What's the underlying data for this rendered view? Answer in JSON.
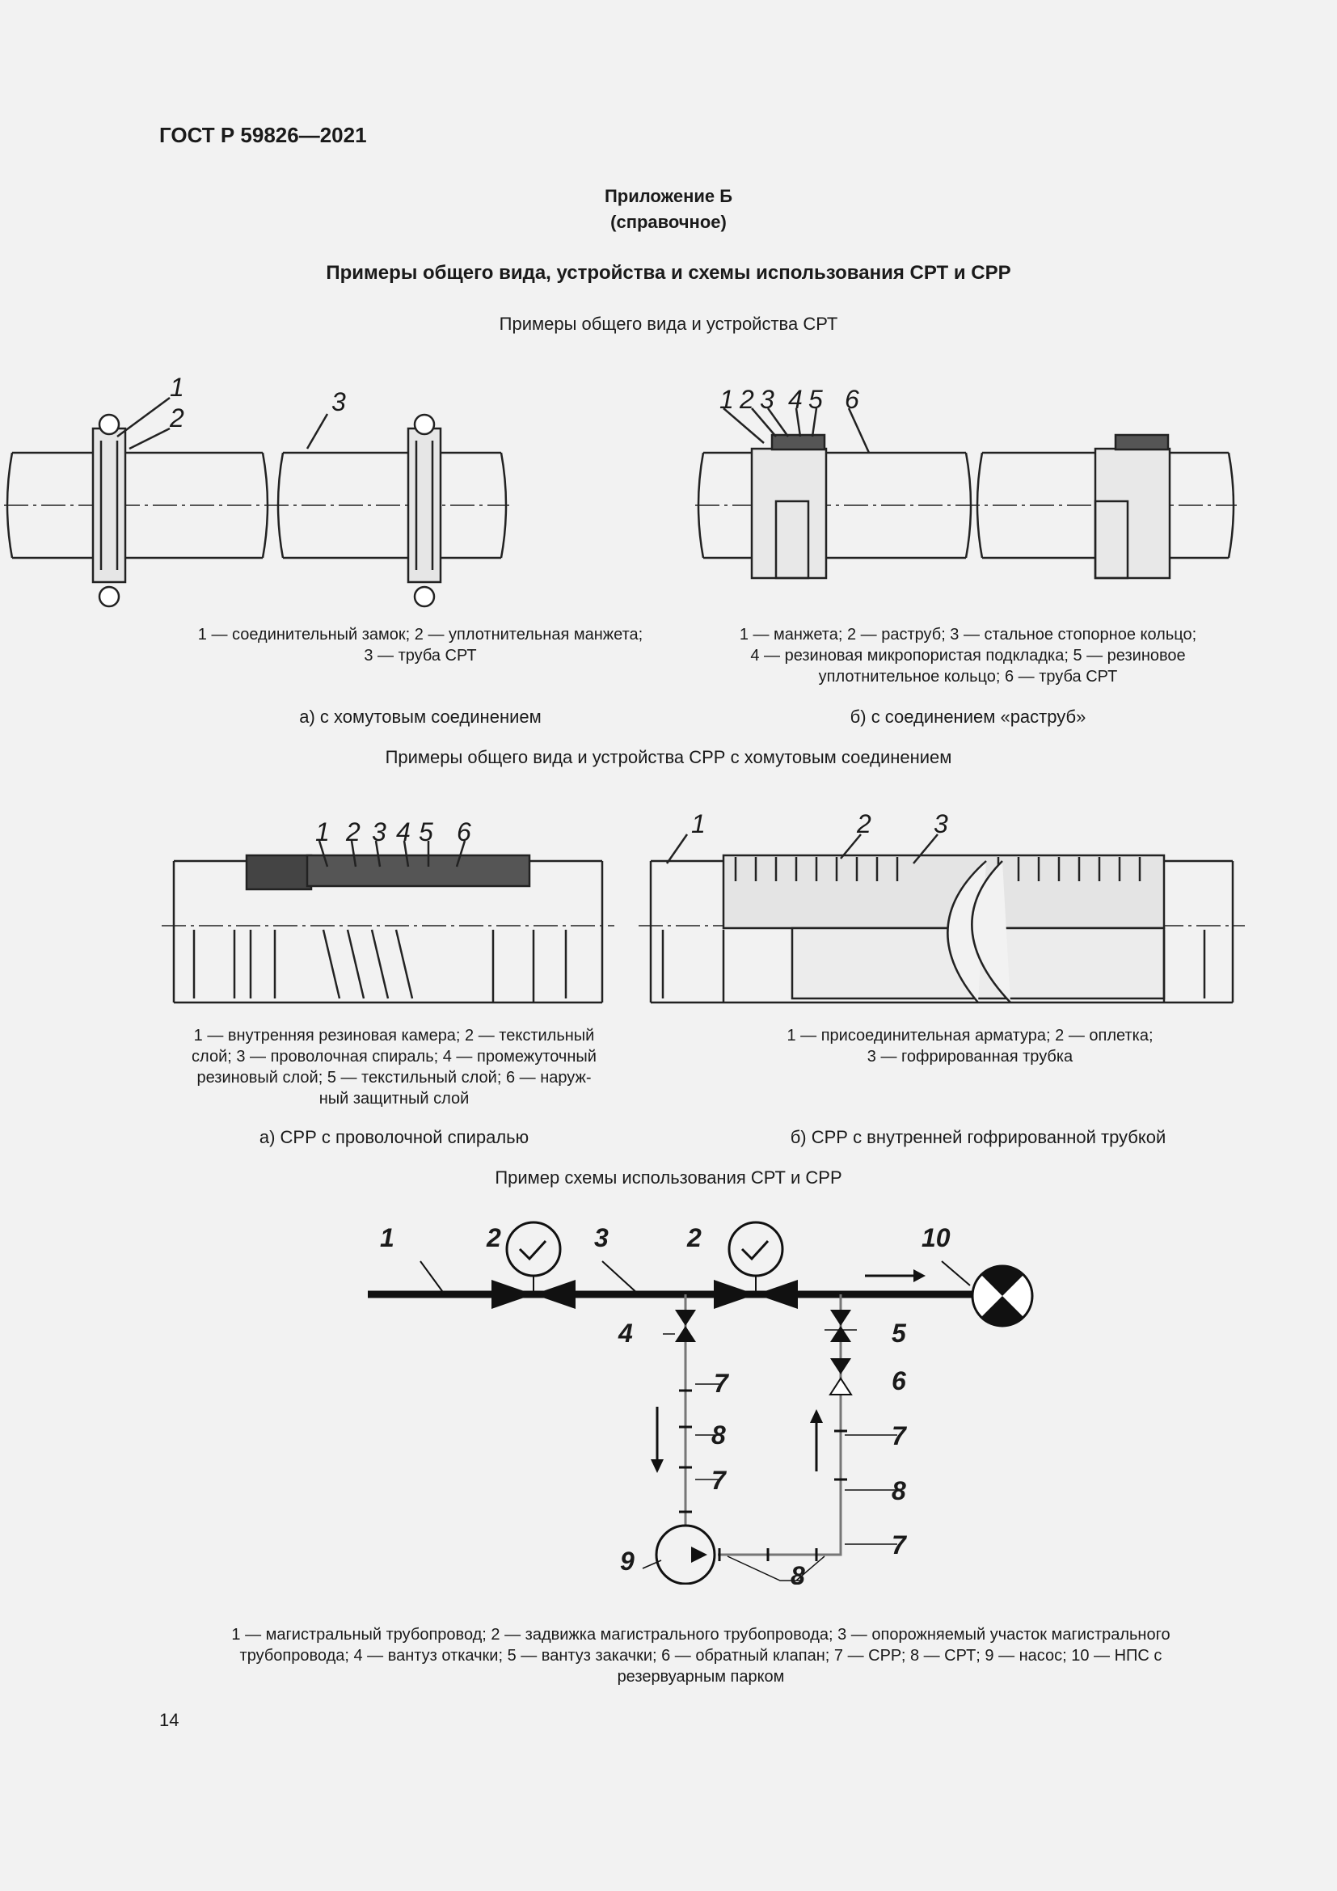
{
  "header": {
    "doc_code": "ГОСТ Р 59826—2021"
  },
  "appendix": {
    "title": "Приложение Б",
    "subtitle": "(справочное)"
  },
  "main_title": "Примеры общего вида, устройства и схемы использования СРТ и СРР",
  "section1": {
    "title": "Примеры общего вида и устройства СРТ",
    "fig_a": {
      "labels": [
        "1",
        "2",
        "3"
      ],
      "caption_lines": [
        "1 — соединительный замок; 2 — уплотнительная манжета;",
        "3 — труба СРТ"
      ],
      "sublabel": "а) с хомутовым соединением"
    },
    "fig_b": {
      "labels": [
        "1",
        "2",
        "3",
        "4",
        "5",
        "6"
      ],
      "caption_lines": [
        "1 — манжета; 2 — раструб; 3 — стальное стопорное кольцо;",
        "4 — резиновая микропористая подкладка; 5 — резиновое",
        "уплотнительное кольцо; 6 — труба СРТ"
      ],
      "sublabel": "б) с соединением «раструб»"
    }
  },
  "section2": {
    "title": "Примеры общего вида и устройства СРР с хомутовым соединением",
    "fig_a": {
      "labels": [
        "1",
        "2",
        "3",
        "4",
        "5",
        "6"
      ],
      "caption_lines": [
        "1 — внутренняя резиновая камера; 2 — текстильный",
        "слой; 3 — проволочная спираль; 4 — промежуточный",
        "резиновый слой; 5 — текстильный слой; 6 — наруж-",
        "ный защитный слой"
      ],
      "sublabel": "а) СРР с проволочной спиралью"
    },
    "fig_b": {
      "labels": [
        "1",
        "2",
        "3"
      ],
      "caption_lines": [
        "1 — присоединительная арматура; 2 — оплетка;",
        "3 — гофрированная трубка"
      ],
      "sublabel": "б) СРР с внутренней гофрированной трубкой"
    }
  },
  "section3": {
    "title": "Пример схемы использования СРТ и СРР",
    "labels": [
      "1",
      "2",
      "3",
      "2",
      "10",
      "4",
      "5",
      "6",
      "7",
      "8",
      "7",
      "7",
      "8",
      "7",
      "9",
      "8"
    ],
    "legend_lines": [
      "1 — магистральный трубопровод; 2 — задвижка магистрального трубопровода; 3 — опорожняемый участок магистрального",
      "трубопровода; 4 — вантуз откачки; 5 — вантуз закачки; 6 — обратный клапан; 7 — СРР; 8 — СРТ; 9 — насос; 10 — НПС с",
      "резервуарным парком"
    ]
  },
  "footer": {
    "page_number": "14"
  }
}
